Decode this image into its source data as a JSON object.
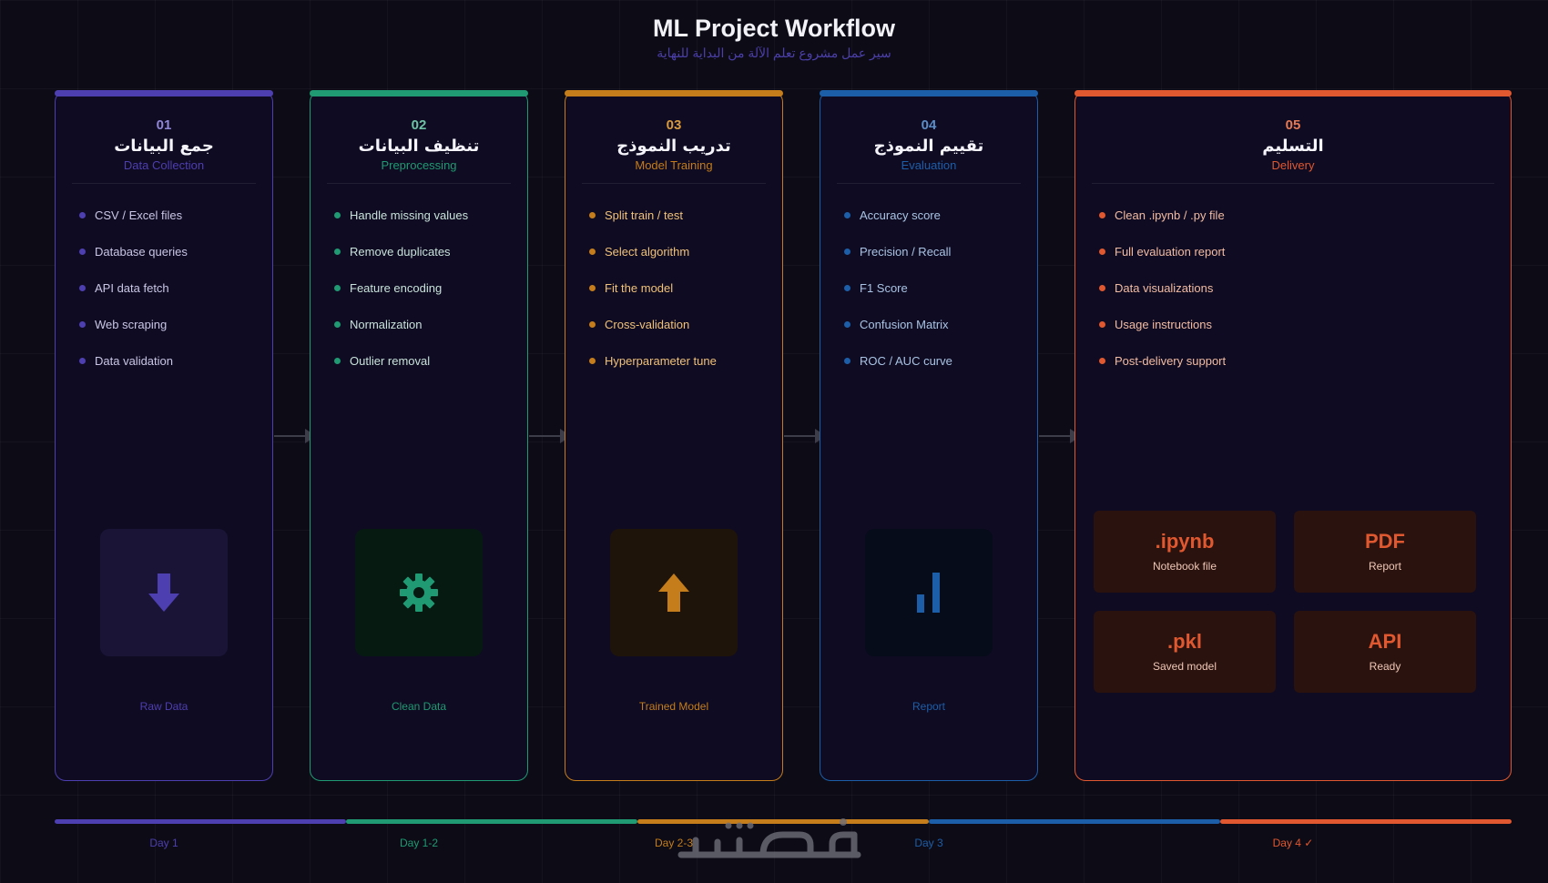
{
  "header": {
    "title": "ML Project Workflow",
    "subtitle": "سير عمل مشروع تعلم الآلة من البداية للنهاية"
  },
  "stages": [
    {
      "number": "01",
      "title_ar": "جمع البيانات",
      "title_en": "Data Collection",
      "items": [
        "CSV / Excel files",
        "Database queries",
        "API data fetch",
        "Web scraping",
        "Data validation"
      ],
      "icon": "download-arrow-icon",
      "output": "Raw Data",
      "color": "#4d3fb0"
    },
    {
      "number": "02",
      "title_ar": "تنظيف البيانات",
      "title_en": "Preprocessing",
      "items": [
        "Handle missing values",
        "Remove duplicates",
        "Feature encoding",
        "Normalization",
        "Outlier removal"
      ],
      "icon": "gear-icon",
      "output": "Clean Data",
      "color": "#1f9a72"
    },
    {
      "number": "03",
      "title_ar": "تدريب النموذج",
      "title_en": "Model Training",
      "items": [
        "Split train / test",
        "Select algorithm",
        "Fit the model",
        "Cross-validation",
        "Hyperparameter tune"
      ],
      "icon": "upload-arrow-icon",
      "output": "Trained Model",
      "color": "#c47d1a"
    },
    {
      "number": "04",
      "title_ar": "تقييم النموذج",
      "title_en": "Evaluation",
      "items": [
        "Accuracy score",
        "Precision / Recall",
        "F1 Score",
        "Confusion Matrix",
        "ROC / AUC curve"
      ],
      "icon": "bar-chart-icon",
      "output": "Report",
      "color": "#1d5ea8"
    },
    {
      "number": "05",
      "title_ar": "التسليم",
      "title_en": "Delivery",
      "items": [
        "Clean .ipynb / .py file",
        "Full evaluation report",
        "Data visualizations",
        "Usage instructions",
        "Post-delivery support"
      ],
      "color": "#e0582f",
      "deliverables": [
        {
          "format": ".ipynb",
          "label": "Notebook file"
        },
        {
          "format": "PDF",
          "label": "Report"
        },
        {
          "format": ".pkl",
          "label": "Saved model"
        },
        {
          "format": "API",
          "label": "Ready"
        }
      ]
    }
  ],
  "timeline": [
    "Day 1",
    "Day 1-2",
    "Day 2-3",
    "Day 3",
    "Day 4 ✓"
  ],
  "watermark": "خمسات"
}
